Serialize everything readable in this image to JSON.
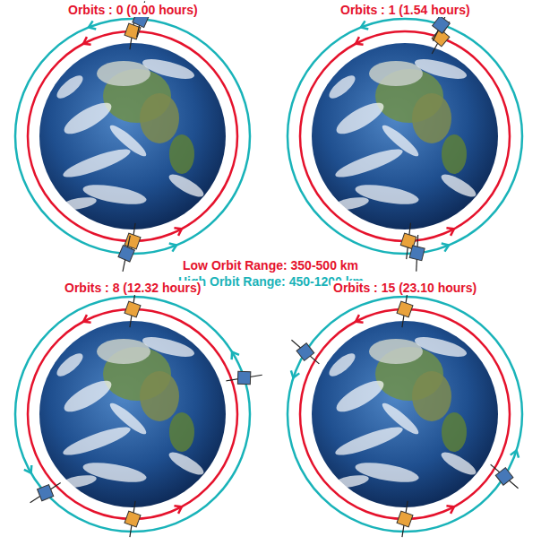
{
  "diagram": {
    "labels": [
      "Orbits : 0 (0.00 hours)",
      "Orbits : 1 (1.54 hours)",
      "Low Orbit Range: 350-500 km",
      "High Orbit Range: 450-1200 km",
      "Orbits : 8 (12.32 hours)",
      "Orbits : 15 (23.10 hours)"
    ]
  }
}
